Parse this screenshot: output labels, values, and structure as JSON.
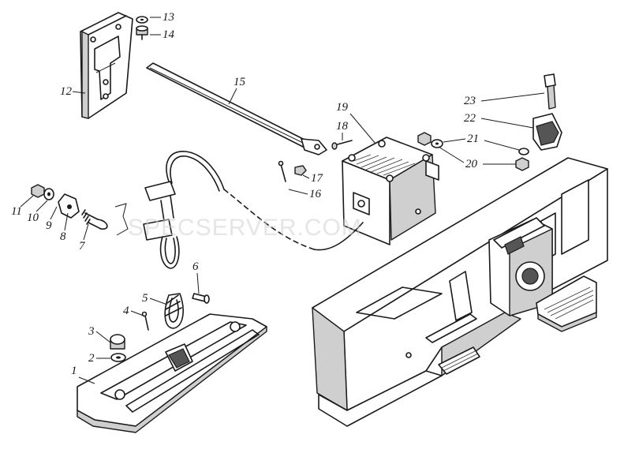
{
  "figure": {
    "watermark": "SPECSERVER.COM",
    "callouts": [
      "1",
      "2",
      "3",
      "4",
      "5",
      "6",
      "7",
      "8",
      "9",
      "10",
      "11",
      "12",
      "13",
      "14",
      "15",
      "16",
      "17",
      "18",
      "19",
      "20",
      "21",
      "22",
      "23"
    ]
  }
}
